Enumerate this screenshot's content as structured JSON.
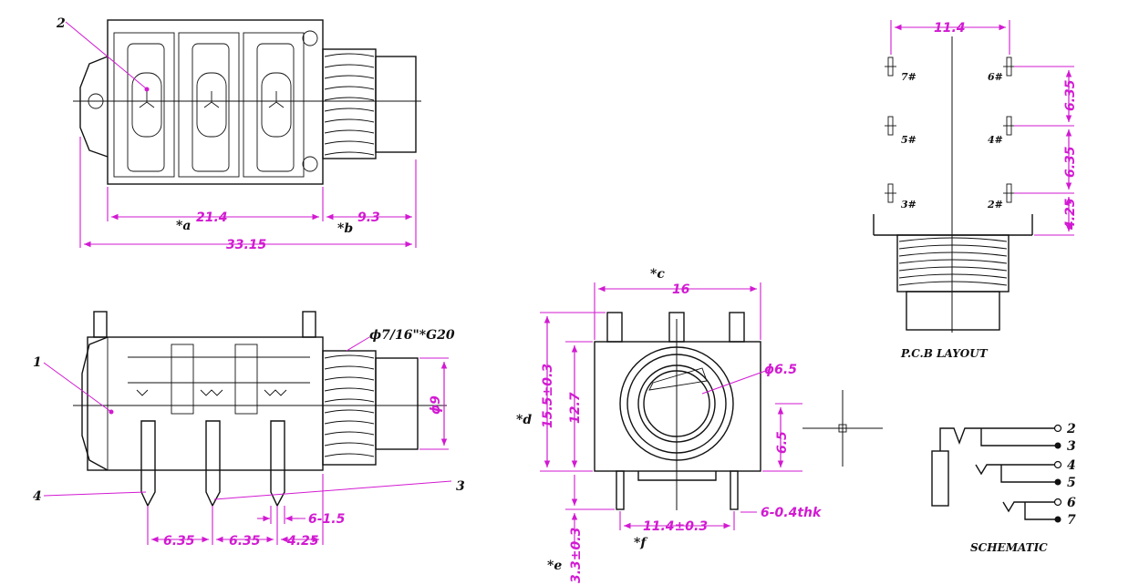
{
  "top_view": {
    "dim_a": "21.4",
    "dim_b": "9.3",
    "dim_total": "33.15",
    "label_a": "*a",
    "label_b": "*b",
    "callout": "2"
  },
  "side_view": {
    "thread": "ϕ7/16\"*G20",
    "dia": "ϕ9",
    "pitch1": "6.35",
    "pitch2": "6.35",
    "pitch3": "4.25",
    "pin_w": "6-1.5",
    "callout1": "1",
    "callout3": "3",
    "callout4": "4"
  },
  "front_view": {
    "width": "16",
    "label_c": "*c",
    "height": "15.5±0.3",
    "body_h": "12.7",
    "label_d": "*d",
    "bore": "ϕ6.5",
    "center_h": "6.5",
    "pin_len": "3.3±0.3",
    "label_e": "*e",
    "pin_span": "11.4±0.3",
    "label_f": "*f",
    "pin_thk": "6-0.4thk"
  },
  "pcb_layout": {
    "width": "11.4",
    "pitch1": "6.35",
    "pitch2": "6.35",
    "pitch3": "4.25",
    "pins_left": [
      "7#",
      "5#",
      "3#"
    ],
    "pins_right": [
      "6#",
      "4#",
      "2#"
    ],
    "caption": "P.C.B LAYOUT"
  },
  "schematic": {
    "pins": [
      "2",
      "3",
      "4",
      "5",
      "6",
      "7"
    ],
    "caption": "SCHEMATIC"
  },
  "colors": {
    "dimension": "#d21ad2",
    "outline": "#111111"
  }
}
